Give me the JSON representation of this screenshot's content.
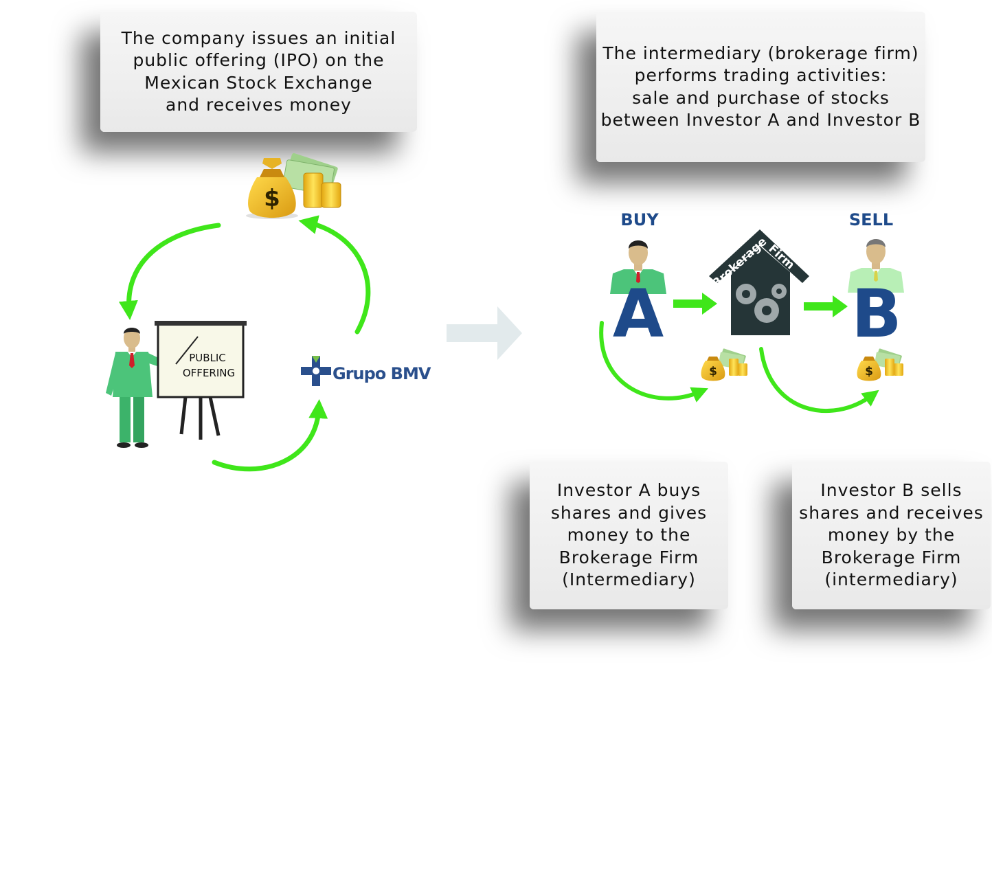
{
  "cards": {
    "ipo": "The company issues an initial\npublic offering (IPO) on the\nMexican Stock Exchange\nand receives money",
    "intermediary": "The intermediary (brokerage firm)\nperforms trading activities:\nsale and purchase of stocks\nbetween Investor A and Investor B",
    "investor_a": "Investor A buys\nshares and gives\nmoney to the\nBrokerage Firm\n(Intermediary)",
    "investor_b": "Investor B sells\nshares and receives\nmoney by the\nBrokerage Firm\n(intermediary)"
  },
  "board": {
    "line1": "PUBLIC",
    "line2": "OFFERING"
  },
  "logo": {
    "brand": "Grupo BMV"
  },
  "labels": {
    "buy": "BUY",
    "sell": "SELL",
    "letter_a": "A",
    "letter_b": "B"
  },
  "firm": {
    "line1": "Brokerage",
    "line2": "Firm"
  },
  "colors": {
    "arrow_green": "#3fe61a",
    "navy": "#1e4a8a",
    "suit_green": "#3cb36a",
    "house_dark": "#253537",
    "gold": "#f2c21b"
  }
}
